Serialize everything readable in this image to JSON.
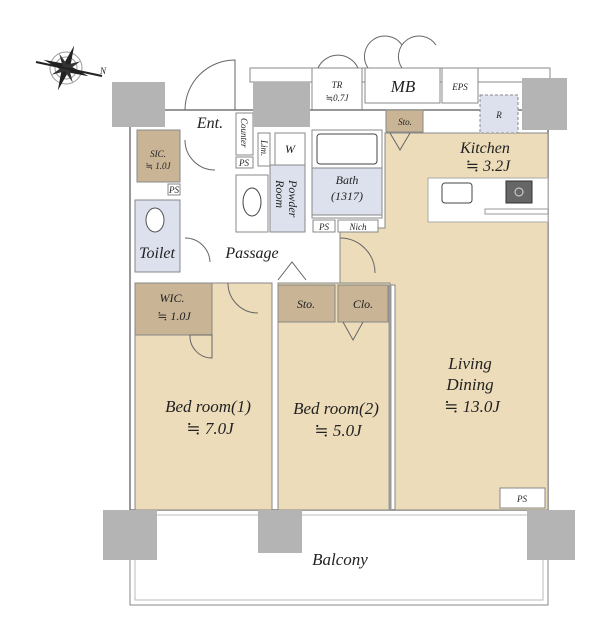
{
  "colors": {
    "floor": "#ecdcba",
    "storage": "#c9b495",
    "wet": "#dde1ee",
    "pillar": "#b4b4b4"
  },
  "compass": {
    "north": "N"
  },
  "rooms": {
    "ent": "Ent.",
    "counter": "Counter",
    "lim": "Lim.",
    "w": "W",
    "powder": [
      "Powder",
      "Room"
    ],
    "bath": [
      "Bath",
      "(1317)"
    ],
    "tr": [
      "TR",
      "≒0.7J"
    ],
    "mb": "MB",
    "eps": "EPS",
    "sto_top": "Sto.",
    "r": "R",
    "kitchen": [
      "Kitchen",
      "≒ 3.2J"
    ],
    "sic": [
      "SIC.",
      "≒ 1.0J"
    ],
    "toilet": "Toilet",
    "passage": "Passage",
    "wic": [
      "WIC.",
      "≒ 1.0J"
    ],
    "sto": "Sto.",
    "clo": "Clo.",
    "bed1": [
      "Bed room(1)",
      "≒ 7.0J"
    ],
    "bed2": [
      "Bed room(2)",
      "≒ 5.0J"
    ],
    "living": [
      "Living",
      "Dining",
      "≒ 13.0J"
    ],
    "balcony": "Balcony",
    "ps": "PS",
    "nich": "Nich"
  }
}
